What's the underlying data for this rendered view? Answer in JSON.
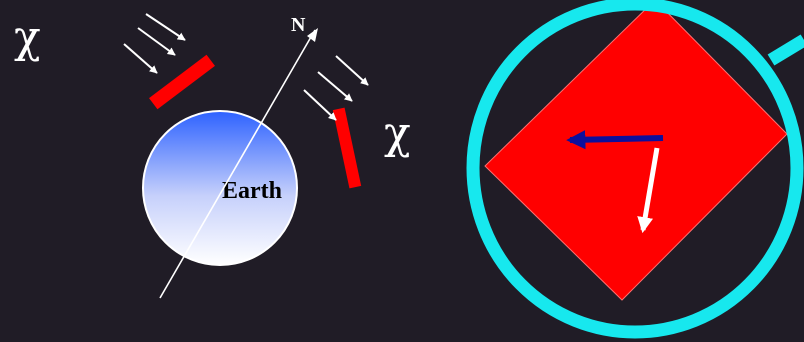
{
  "labels": {
    "chi_left": "χ",
    "chi_right": "χ",
    "north": "N",
    "earth": "Earth"
  },
  "colors": {
    "background": "#201c26",
    "panel": "#ff0000",
    "magnifier_ring": "#17e8ee",
    "ray": "#ffffff",
    "vector_dark": "#0d0f9c",
    "vector_light": "#ffffff",
    "earth_top": "#2e62ff",
    "earth_bottom": "#ffffff"
  }
}
